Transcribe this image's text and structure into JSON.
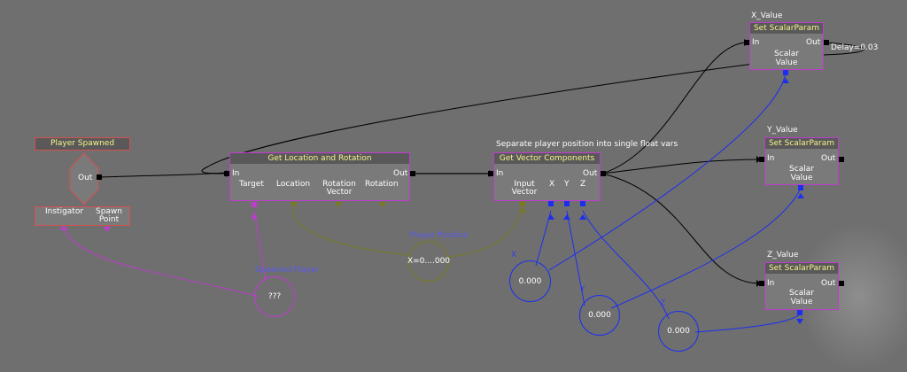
{
  "canvas": {
    "background": "#6f6f6f"
  },
  "colors": {
    "node_border": "#c03bd0",
    "event_border": "#d45050",
    "title_text": "#f7f28a",
    "float_var": "#1c2ff0",
    "object_var": "#c03bd0",
    "vector_var": "#7a7a1e",
    "exec_wire": "#000000"
  },
  "player_spawned": {
    "title": "Player Spawned",
    "out": "Out",
    "instigator": "Instigator",
    "spawn_point_1": "Spawn",
    "spawn_point_2": "Point"
  },
  "get_location": {
    "title": "Get Location and Rotation",
    "in": "In",
    "out": "Out",
    "target": "Target",
    "location": "Location",
    "rotation_vector_1": "Rotation",
    "rotation_vector_2": "Vector",
    "rotation": "Rotation"
  },
  "get_vector": {
    "comment": "Separate player position into single float vars",
    "title": "Get Vector Components",
    "in": "In",
    "out": "Out",
    "input_vector_1": "Input",
    "input_vector_2": "Vector",
    "x": "X",
    "y": "Y",
    "z": "Z"
  },
  "set_scalar_x": {
    "caption": "X_Value",
    "title": "Set ScalarParam",
    "in": "In",
    "out": "Out",
    "scalar_1": "Scalar",
    "scalar_2": "Value",
    "delay": "Delay=0.03"
  },
  "set_scalar_y": {
    "caption": "Y_Value",
    "title": "Set ScalarParam",
    "in": "In",
    "out": "Out",
    "scalar_1": "Scalar",
    "scalar_2": "Value"
  },
  "set_scalar_z": {
    "caption": "Z_Value",
    "title": "Set ScalarParam",
    "in": "In",
    "out": "Out",
    "scalar_1": "Scalar",
    "scalar_2": "Value"
  },
  "vars": {
    "spawned_player": {
      "name": "Spawned Player",
      "value": "???"
    },
    "player_position": {
      "name": "Player Position",
      "value": "X=0....000"
    },
    "x": {
      "name": "X",
      "value": "0.000"
    },
    "y": {
      "name": "Y",
      "value": "0.000"
    },
    "z": {
      "name": "Z",
      "value": "0.000"
    }
  }
}
